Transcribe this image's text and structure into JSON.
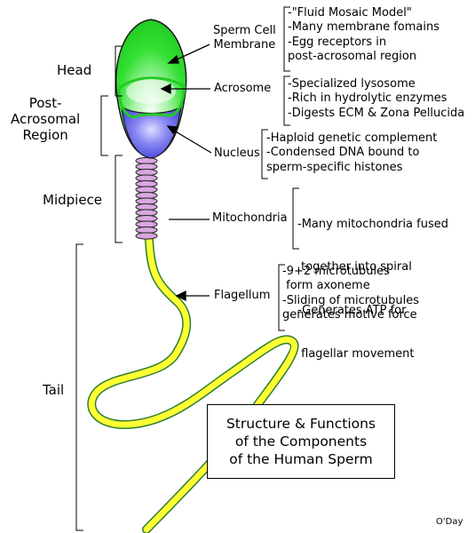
{
  "diagram": {
    "title_lines": [
      "Structure & Functions",
      "of the Components",
      "of the Human Sperm"
    ],
    "credit": "O'Day",
    "regions": {
      "head": "Head",
      "post_acrosomal": [
        "Post-",
        "Acrosomal",
        "Region"
      ],
      "midpiece": "Midpiece",
      "tail": "Tail"
    },
    "parts": {
      "membrane": [
        "Sperm Cell",
        "Membrane"
      ],
      "acrosome": "Acrosome",
      "nucleus": "Nucleus",
      "mitochondria": "Mitochondria",
      "flagellum": "Flagellum"
    },
    "descriptions": {
      "membrane": [
        "-\"Fluid Mosaic Model\"",
        "-Many membrane fomains",
        "-Egg receptors in",
        "post-acrosomal region"
      ],
      "acrosome": [
        "-Specialized lysosome",
        "-Rich in hydrolytic enzymes",
        "-Digests ECM & Zona Pellucida"
      ],
      "nucleus": [
        "-Haploid genetic complement",
        "-Condensed DNA bound to",
        "sperm-specific histones"
      ],
      "mitochondria": [
        "-Many mitochondria fused",
        " together into spiral",
        "-Generates ATP for",
        " flagellar movement"
      ],
      "flagellum": [
        "-9+2 microtubules",
        " form axoneme",
        "-Sliding of microtubules",
        "generates motive force"
      ]
    },
    "colors": {
      "head_green": "#33ee33",
      "nucleus_blue": "#6666ee",
      "acrosome_outline": "#22cc22",
      "midpiece_pink": "#d9a8e0",
      "tail_yellow": "#ffff33",
      "tail_dark_edge": "#2e7d32"
    }
  }
}
